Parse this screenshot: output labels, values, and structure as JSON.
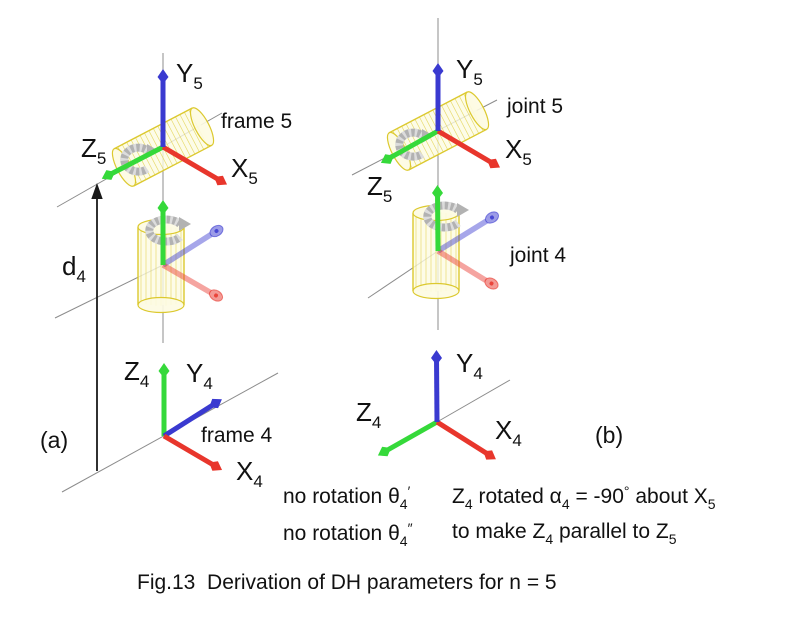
{
  "colors": {
    "axis_x": "#e8362c",
    "axis_y": "#3a3ad0",
    "axis_z": "#35d93a",
    "cyl_stroke": "#dcc92f",
    "cyl_fill": "#fdfbe2",
    "guide": "#8c8c8c",
    "rot": "#b2b2b2",
    "dim": "#1a1a1a",
    "ink": "#111111"
  },
  "panel_a": {
    "tag": "(a)",
    "frame5_label": "frame 5",
    "frame4_label": "frame 4",
    "dim": {
      "m": "d",
      "s": "4"
    },
    "axes": {
      "f5_x": {
        "m": "X",
        "s": "5"
      },
      "f5_y": {
        "m": "Y",
        "s": "5"
      },
      "f5_z": {
        "m": "Z",
        "s": "5"
      },
      "f4_x": {
        "m": "X",
        "s": "4"
      },
      "f4_y": {
        "m": "Y",
        "s": "4"
      },
      "f4_z": {
        "m": "Z",
        "s": "4"
      }
    }
  },
  "panel_b": {
    "tag": "(b)",
    "joint5_label": "joint 5",
    "joint4_label": "joint 4",
    "axes": {
      "f5_x": {
        "m": "X",
        "s": "5"
      },
      "f5_y": {
        "m": "Y",
        "s": "5"
      },
      "f5_z": {
        "m": "Z",
        "s": "5"
      },
      "f4_x": {
        "m": "X",
        "s": "4"
      },
      "f4_y": {
        "m": "Y",
        "s": "4"
      },
      "f4_z": {
        "m": "Z",
        "s": "4"
      }
    }
  },
  "notes": {
    "line1_left": [
      {
        "k": "t",
        "v": "no rotation θ"
      },
      {
        "k": "sub",
        "v": "4"
      },
      {
        "k": "sup",
        "v": "′"
      }
    ],
    "line1_right": [
      {
        "k": "t",
        "v": "Z"
      },
      {
        "k": "sub",
        "v": "4"
      },
      {
        "k": "t",
        "v": " rotated α"
      },
      {
        "k": "sub",
        "v": "4"
      },
      {
        "k": "t",
        "v": " = -90"
      },
      {
        "k": "sup",
        "v": "°"
      },
      {
        "k": "t",
        "v": " about X"
      },
      {
        "k": "sub",
        "v": "5"
      }
    ],
    "line2_left": [
      {
        "k": "t",
        "v": "no rotation θ"
      },
      {
        "k": "sub",
        "v": "4"
      },
      {
        "k": "sup",
        "v": "″"
      }
    ],
    "line2_right": [
      {
        "k": "t",
        "v": "to make Z"
      },
      {
        "k": "sub",
        "v": "4"
      },
      {
        "k": "t",
        "v": " parallel to Z"
      },
      {
        "k": "sub",
        "v": "5"
      }
    ]
  },
  "caption": "Fig.13  Derivation of DH parameters for n = 5"
}
